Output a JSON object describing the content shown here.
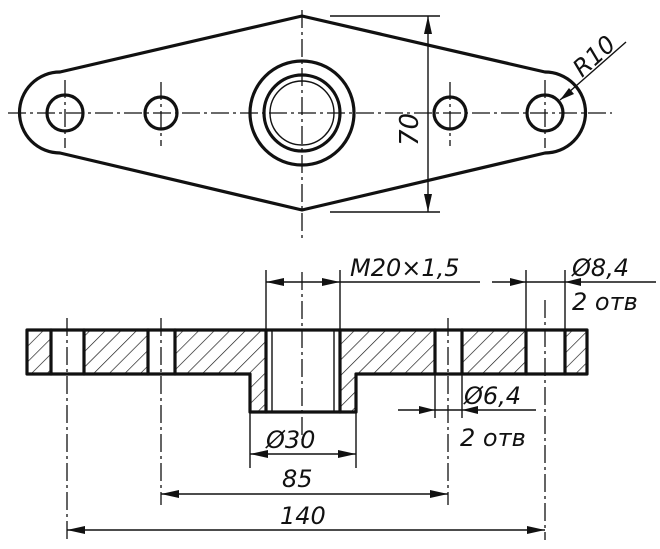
{
  "dims": {
    "radius": "R10",
    "height": "70",
    "thread": "M20×1,5",
    "big_hole_dia": "Ø8,4",
    "big_hole_count": "2 отв",
    "small_hole_dia": "Ø6,4",
    "small_hole_count": "2 отв",
    "boss_dia": "Ø30",
    "small_span": "85",
    "overall_length": "140"
  }
}
